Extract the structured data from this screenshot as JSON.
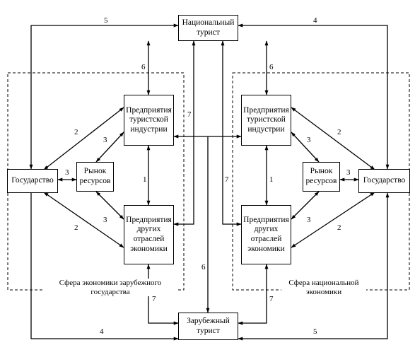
{
  "nodes": {
    "national_tourist": "Национальный\nтурист",
    "foreign_tourist": "Зарубежный\nтурист",
    "left_tourism_enterprises": "Предприятия\nтуристской\nиндустрии",
    "left_other_enterprises": "Предприятия\nдругих\nотраслей\nэкономики",
    "left_resource_market": "Рынок\nресурсов",
    "left_state": "Государство",
    "right_tourism_enterprises": "Предприятия\nтуристской\nиндустрии",
    "right_other_enterprises": "Предприятия\nдругих\nотраслей\nэкономики",
    "right_resource_market": "Рынок\nресурсов",
    "right_state": "Государство"
  },
  "zones": {
    "foreign_economy": "Сфера экономики зарубежного\nгосударства",
    "national_economy": "Сфера национальной\nэкономики"
  },
  "edge_labels": {
    "n1": "1",
    "n2": "2",
    "n3": "3",
    "n4": "4",
    "n5": "5",
    "n6": "6",
    "n7": "7"
  }
}
